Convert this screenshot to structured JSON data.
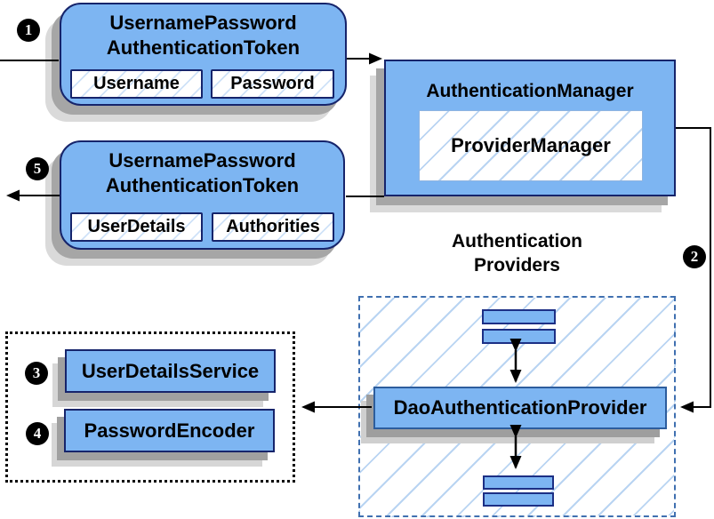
{
  "badges": {
    "one": "1",
    "two": "2",
    "three": "3",
    "four": "4",
    "five": "5"
  },
  "request_token": {
    "title_line1": "UsernamePassword",
    "title_line2": "AuthenticationToken",
    "fields": [
      "Username",
      "Password"
    ]
  },
  "authentication_manager": {
    "title": "AuthenticationManager",
    "implementation": "ProviderManager"
  },
  "result_token": {
    "title_line1": "UsernamePassword",
    "title_line2": "AuthenticationToken",
    "fields": [
      "UserDetails",
      "Authorities"
    ]
  },
  "authentication_providers": {
    "heading_line1": "Authentication",
    "heading_line2": "Providers",
    "provider": "DaoAuthenticationProvider"
  },
  "collaborators": {
    "user_details_service": "UserDetailsService",
    "password_encoder": "PasswordEncoder"
  },
  "colors": {
    "box_fill": "#7db5f2",
    "box_border_dark": "#16246b",
    "provider_border": "#2d5d9d",
    "dashed_border": "#4070b0",
    "hatch_line": "#b9d4f2",
    "shadow_dark": "#a6a6a6",
    "shadow_light": "#dadada",
    "arrow": "#000000",
    "badge_bg": "#000000",
    "badge_text": "#ffffff"
  }
}
